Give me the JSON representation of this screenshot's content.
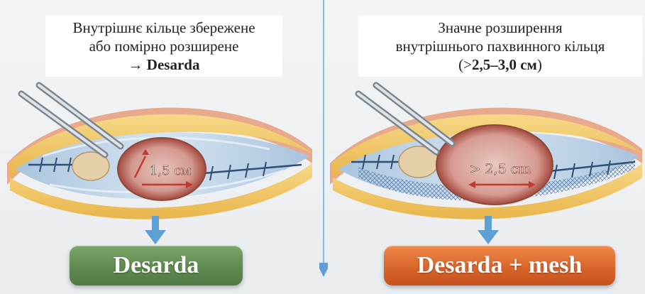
{
  "left": {
    "caption_line1": "Внутрішнє кільце збережене",
    "caption_line2": "або помірно розширене",
    "caption_arrow": "→ ",
    "caption_bold": "Desarda",
    "measure_label": "1,5 см",
    "result_label": "Desarda"
  },
  "right": {
    "caption_line1": "Значне розширення",
    "caption_line2": "внутрішнього пахвинного кільця",
    "caption_open": "(>",
    "caption_bold": "2,5–3,0 см",
    "caption_close": ")",
    "measure_label": "> 2,5 cm",
    "result_label": "Desarda + mesh"
  },
  "colors": {
    "arrow_blue": "#5e9fd4",
    "left_result": "#6a955a",
    "right_result": "#d9652b",
    "fat_yellow": "#f0c766",
    "tissue_blue": "#bcd2e6",
    "ring_red": "#b9574c"
  }
}
